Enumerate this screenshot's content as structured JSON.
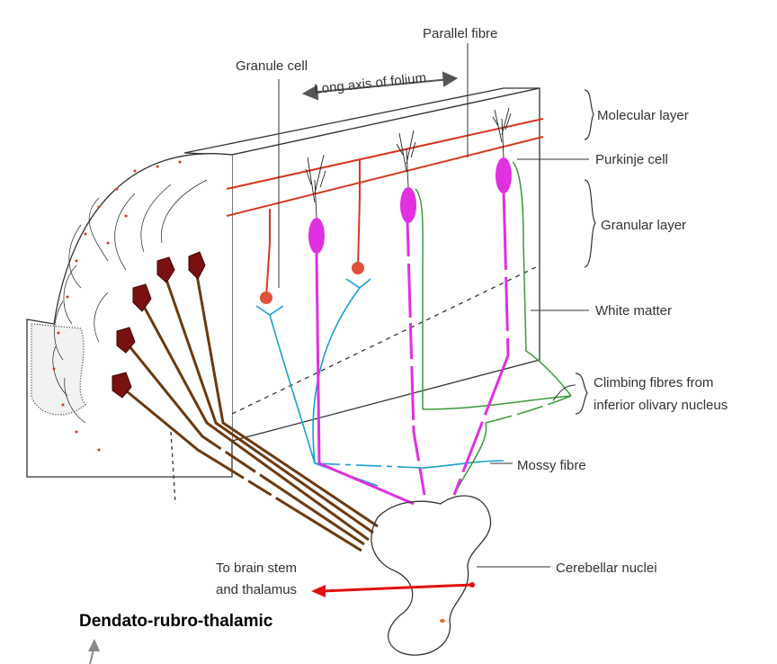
{
  "labels": {
    "parallel_fibre": "Parallel fibre",
    "granule_cell": "Granule cell",
    "long_axis": "Long axis of folium",
    "molecular_layer": "Molecular layer",
    "purkinje_cell": "Purkinje cell",
    "granular_layer": "Granular layer",
    "white_matter": "White matter",
    "climbing_line1": "Climbing fibres from",
    "climbing_line2": "inferior olivary nucleus",
    "mossy_fibre": "Mossy fibre",
    "brain_stem_line1": "To brain stem",
    "brain_stem_line2": "and thalamus",
    "cerebellar_nuclei": "Cerebellar nuclei",
    "dendato": "Dendato-rubro-thalamic"
  },
  "colors": {
    "outline": "#333333",
    "parallel_fibre": "#d8361e",
    "granule": "#e0503a",
    "purkinje": "#e030e0",
    "climbing": "#3a9a3a",
    "mossy": "#1aa0d0",
    "axon_brown": "#6b3a10",
    "soma_dark": "#7a1010",
    "output_arrow": "#e01010",
    "pointer_arrow": "#888888"
  }
}
